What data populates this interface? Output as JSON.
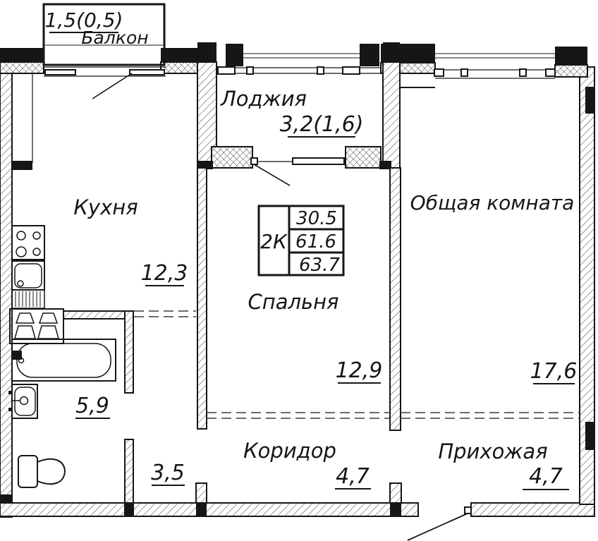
{
  "rooms": {
    "balcony": {
      "name": "Балкон",
      "area": "1,5(0,5)"
    },
    "loggia": {
      "name": "Лоджия",
      "area": "3,2(1,6)"
    },
    "kitchen": {
      "name": "Кухня",
      "area": "12,3"
    },
    "bedroom": {
      "name": "Спальня",
      "area": "12,9"
    },
    "living_room": {
      "name": "Общая комната",
      "area": "17,6"
    },
    "bathroom": {
      "area": "5,9"
    },
    "wc": {
      "area": "3,5"
    },
    "corridor": {
      "name": "Коридор",
      "area": "4,7"
    },
    "hallway": {
      "name": "Прихожая",
      "area": "4,7"
    }
  },
  "summary_table": {
    "type": "2К",
    "rows": [
      "30.5",
      "61.6",
      "63.7"
    ]
  },
  "colors": {
    "line": "#161616",
    "hatch": "#4a4a4a",
    "background": "#ffffff"
  }
}
